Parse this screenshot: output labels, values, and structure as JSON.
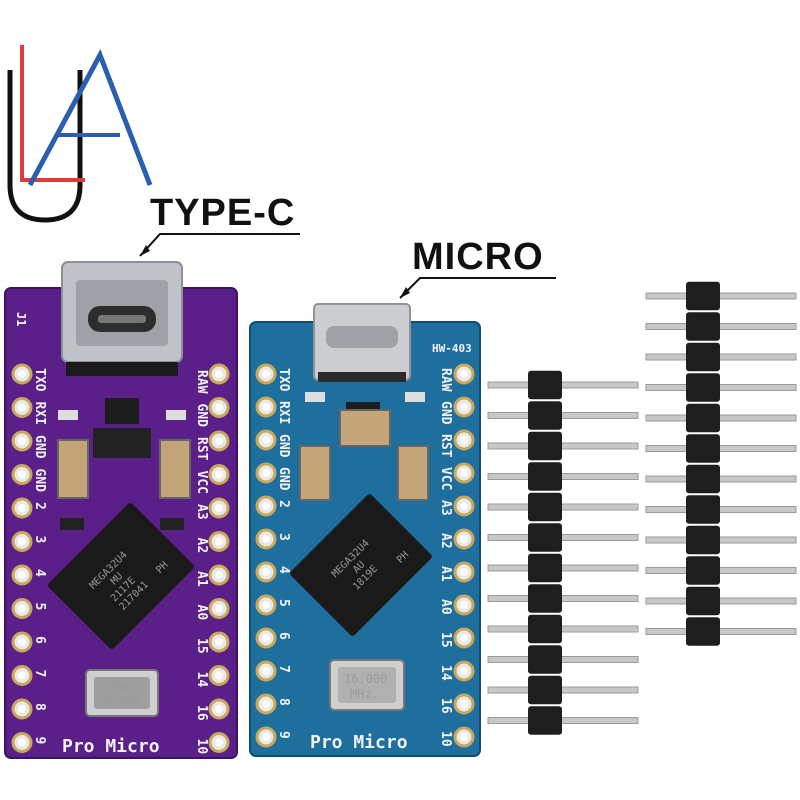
{
  "annotations": {
    "type_c": "TYPE-C",
    "micro": "MICRO"
  },
  "purple_board": {
    "name": "Pro Micro",
    "left_pins": [
      "TXO",
      "RXI",
      "GND",
      "GND",
      "2",
      "3",
      "4",
      "5",
      "6",
      "7",
      "8",
      "9"
    ],
    "right_pins": [
      "RAW",
      "GND",
      "RST",
      "VCC",
      "A3",
      "A2",
      "A1",
      "A0",
      "15",
      "14",
      "16",
      "10"
    ],
    "header_label": "J1",
    "chip": [
      "MEGA32U4",
      "MU",
      "2117E",
      "217041",
      "PH"
    ],
    "crystal": [
      "ZHN",
      "16.000"
    ],
    "color": "#5b1f8a"
  },
  "blue_board": {
    "name": "Pro Micro",
    "model": "HW-403",
    "left_pins": [
      "TXO",
      "RXI",
      "GND",
      "GND",
      "2",
      "3",
      "4",
      "5",
      "6",
      "7",
      "8",
      "9"
    ],
    "right_pins": [
      "RAW",
      "GND",
      "RST",
      "VCC",
      "A3",
      "A2",
      "A1",
      "A0",
      "15",
      "14",
      "16",
      "10"
    ],
    "chip": [
      "MEGA32U4",
      "AU",
      "1819E",
      "PH"
    ],
    "crystal": [
      "16.000",
      "MHz."
    ],
    "color": "#1f6f9e"
  },
  "pin_headers": [
    {
      "pins": 12
    },
    {
      "pins": 12
    }
  ],
  "logo": {
    "colors": [
      "#e03a3a",
      "#2a5fb0",
      "#111111"
    ]
  }
}
